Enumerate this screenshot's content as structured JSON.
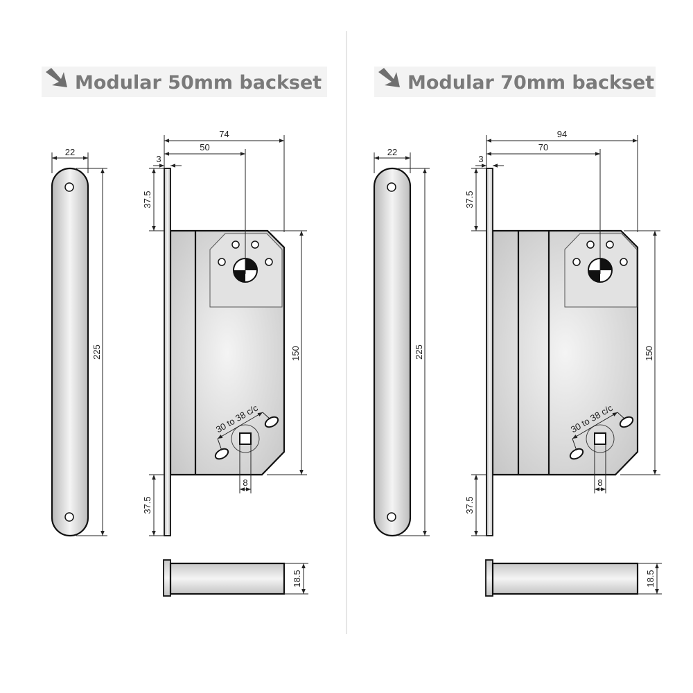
{
  "panels": [
    {
      "title": "Modular 50mm backset",
      "icon": "arrow-down-right-icon",
      "dims": {
        "faceplate_width": "22",
        "faceplate_height": "225",
        "forend": "3",
        "overall_depth": "74",
        "backset": "50",
        "top_offset": "37.5",
        "body_height": "150",
        "bottom_offset": "37.5",
        "spindle": "8",
        "fixing_centres": "30 to 38 c/c",
        "strike_depth": "18.5"
      }
    },
    {
      "title": "Modular 70mm backset",
      "icon": "arrow-down-right-icon",
      "dims": {
        "faceplate_width": "22",
        "faceplate_height": "225",
        "forend": "3",
        "overall_depth": "94",
        "backset": "70",
        "top_offset": "37.5",
        "body_height": "150",
        "bottom_offset": "37.5",
        "spindle": "8",
        "fixing_centres": "30 to 38 c/c",
        "strike_depth": "18.5"
      }
    }
  ]
}
